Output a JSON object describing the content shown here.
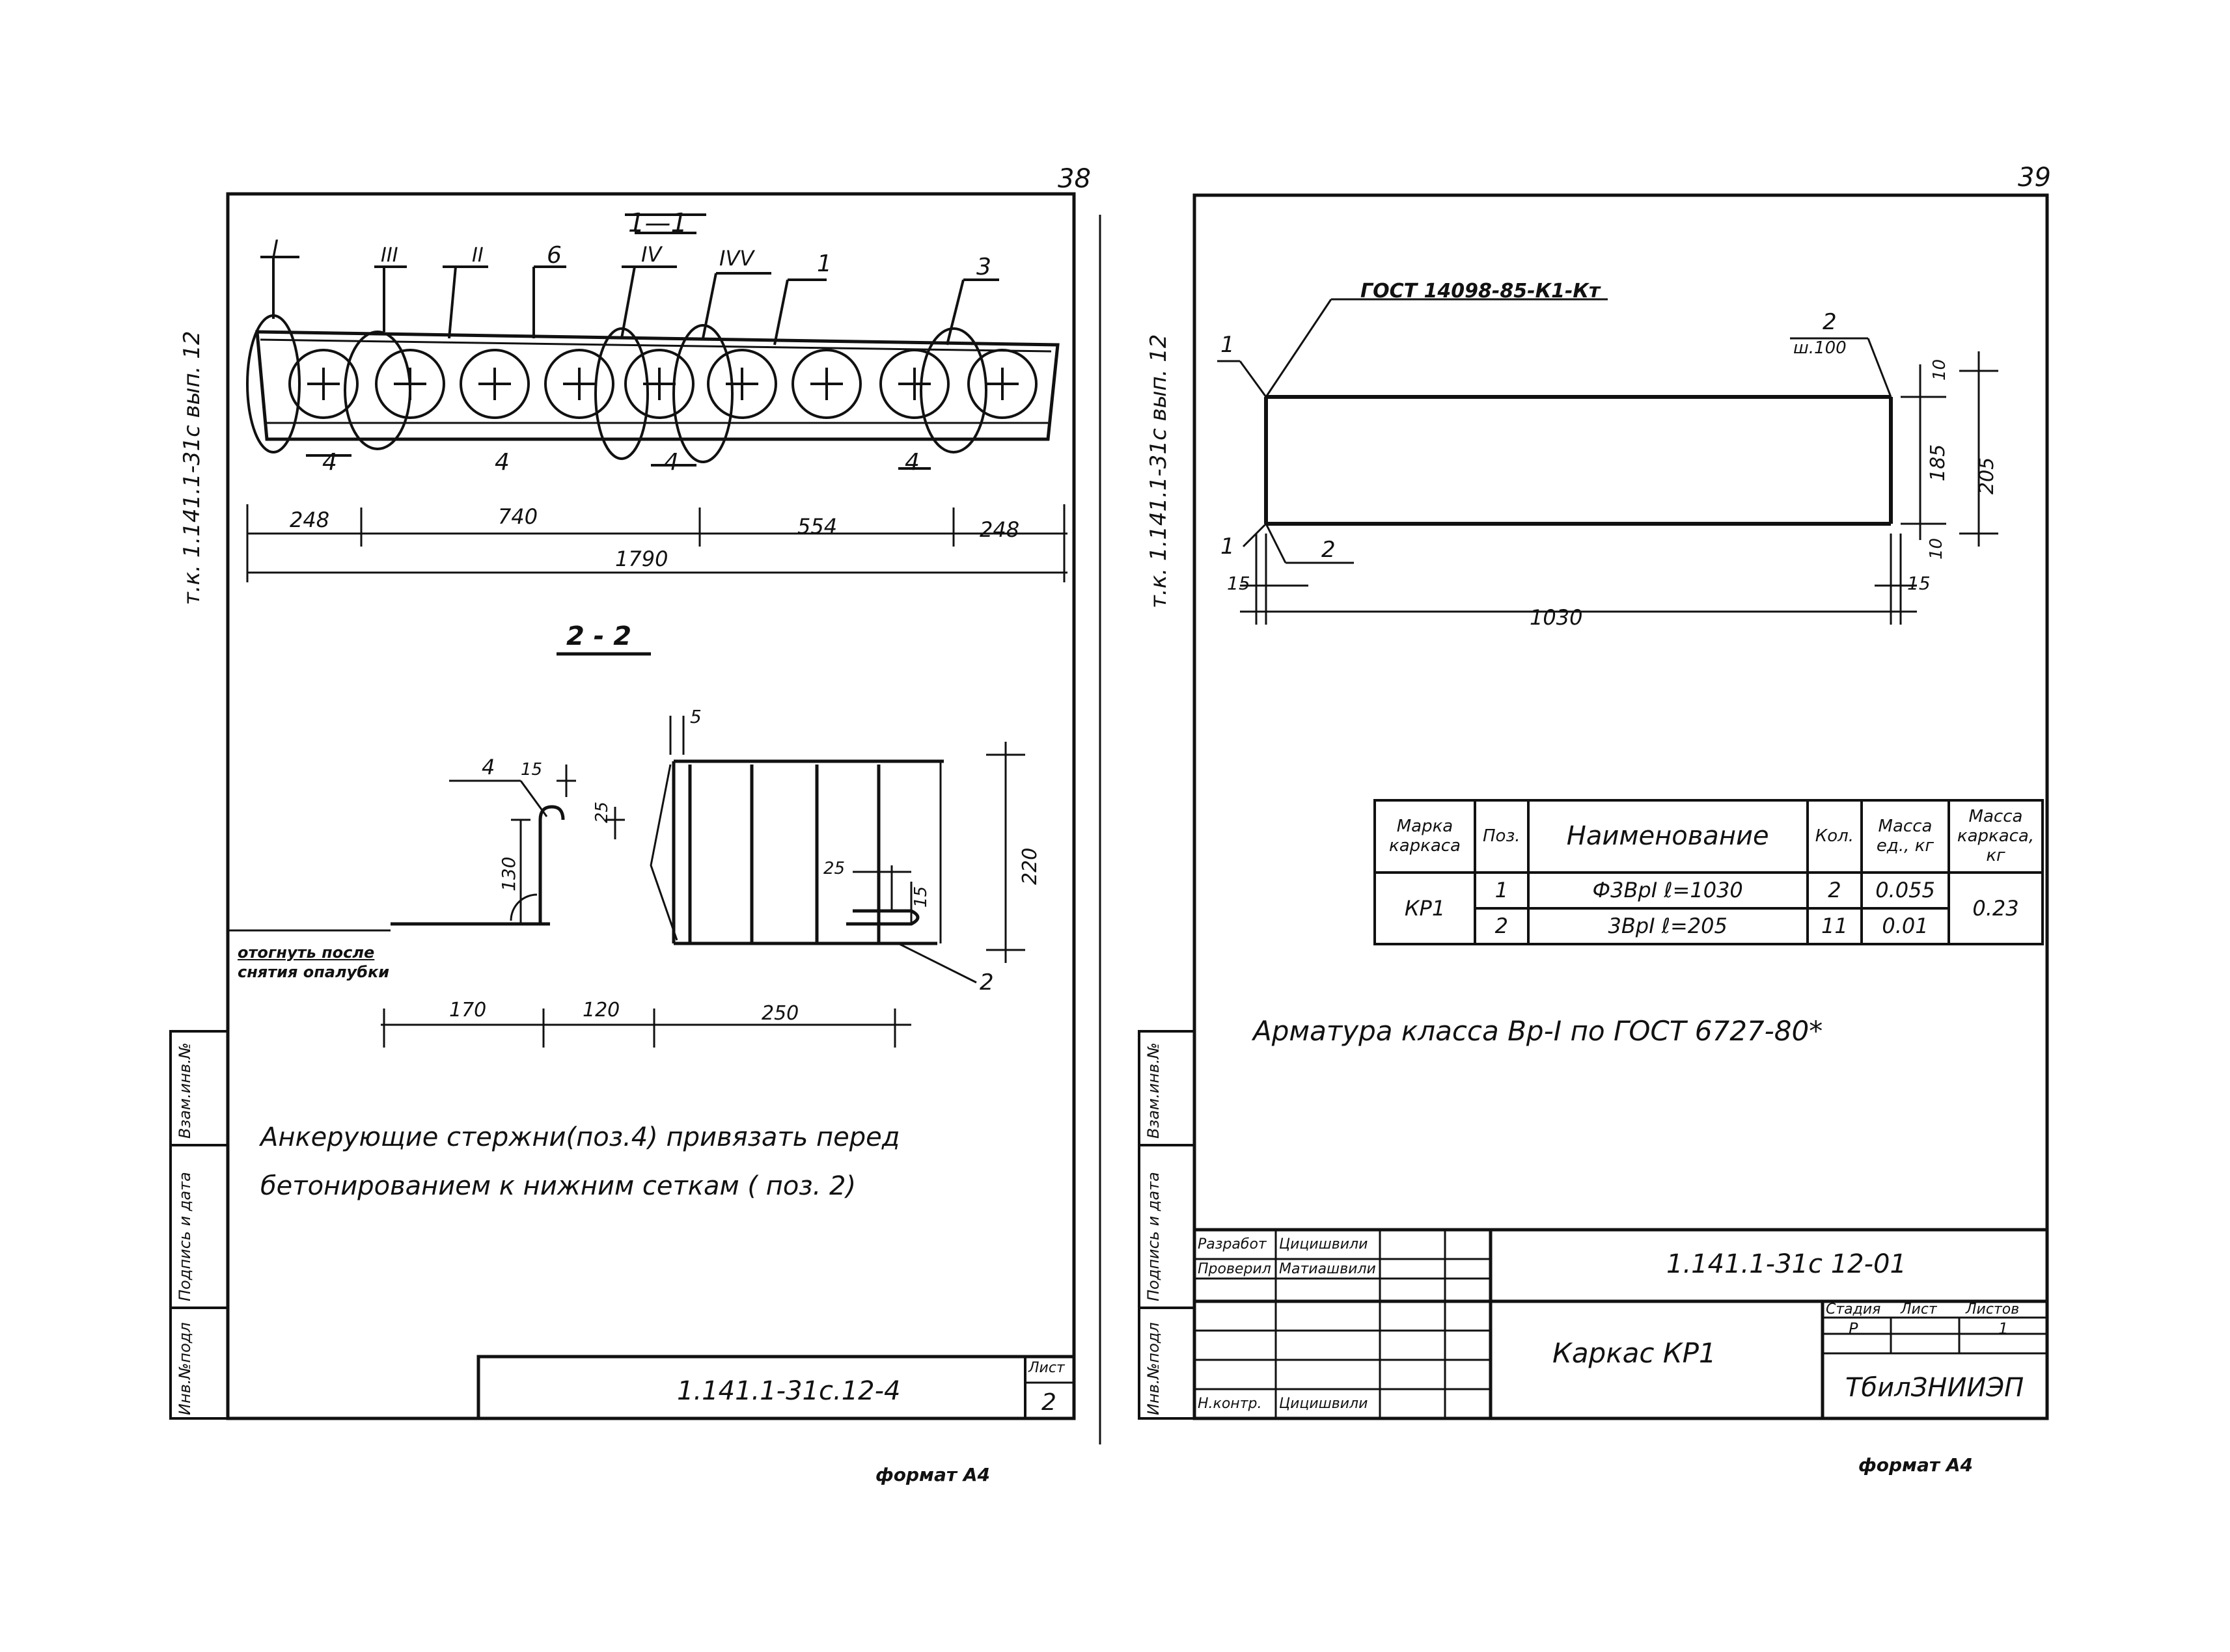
{
  "left_sheet": {
    "page_number": "38",
    "side_code": "т.к. 1.141.1-31с вып. 12",
    "section_1_title": "1—1",
    "section_1_labels": [
      "I",
      "III",
      "II",
      "6",
      "IV",
      "IVV",
      "1",
      "3",
      "4",
      "4",
      "4",
      "4"
    ],
    "section_1_dims": [
      "248",
      "740",
      "554",
      "248",
      "1790"
    ],
    "section_2_title": "2 - 2",
    "section_2_labels": [
      "4",
      "15",
      "5",
      "25",
      "130",
      "25",
      "15",
      "220",
      "2"
    ],
    "section_2_dims": [
      "170",
      "120",
      "250"
    ],
    "bend_note_1": "отогнуть после",
    "bend_note_2": "снятия опалубки",
    "note_line_1": "Анкерующие стержни(поз.4) привязать перед",
    "note_line_2": "бетонированием к нижним сеткам ( поз. 2)",
    "stamp_code": "1.141.1-31с.12-4",
    "sheet_label": "Лист",
    "sheet_no": "2",
    "format": "формат А4",
    "margin_cells": [
      "Инв.№подл",
      "Подпись и дата",
      "Взам.инв.№"
    ]
  },
  "right_sheet": {
    "page_number": "39",
    "side_code": "т.к. 1.141.1-31с вып. 12",
    "gost_label": "ГОСТ 14098-85-К1-Кт",
    "pos_2_label": "2",
    "pitch_label": "ш.100",
    "labels": [
      "1",
      "1",
      "2"
    ],
    "dims": [
      "10",
      "185",
      "205",
      "10",
      "15",
      "15",
      "1030"
    ],
    "table": {
      "headers": [
        "Марка каркаса",
        "Поз.",
        "Наименование",
        "Кол.",
        "Масса ед., кг",
        "Масса каркаса, кг"
      ],
      "rows": [
        [
          "КР1",
          "1",
          "Ф3ВрI   ℓ=1030",
          "2",
          "0.055",
          "0.23"
        ],
        [
          "",
          "2",
          "3ВрI   ℓ=205",
          "11",
          "0.01",
          ""
        ]
      ]
    },
    "rebar_note": "Арматура класса Вр-I по ГОСТ 6727-80*",
    "stamp": {
      "rows": [
        [
          "Разработ",
          "Цицишвили"
        ],
        [
          "Проверил",
          "Матиашвили"
        ],
        [
          "",
          ""
        ],
        [
          "",
          ""
        ],
        [
          "",
          ""
        ],
        [
          "Н.контр.",
          "Цицишвили"
        ]
      ],
      "code": "1.141.1-31с 12-01",
      "title": "Каркас КР1",
      "stage_label": "Стадия",
      "sheet_label": "Лист",
      "sheets_label": "Листов",
      "stage": "Р",
      "sheets": "1",
      "org": "ТбилЗНИИЭП"
    },
    "margin_cells": [
      "Инв.№подл",
      "Подпись и дата",
      "Взам.инв.№"
    ],
    "format": "формат А4"
  }
}
